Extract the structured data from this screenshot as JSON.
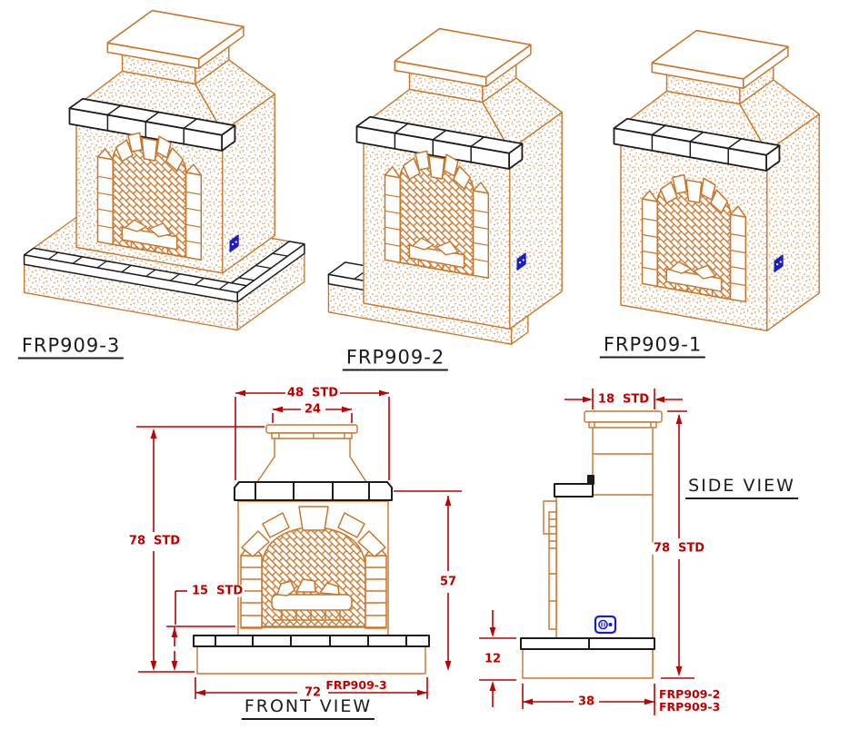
{
  "drawing_colors": {
    "linework_orange": "#c9762b",
    "outline_black": "#1c1c1c",
    "dimension_red": "#bf0000",
    "outlet_blue": "#1a1ccc",
    "paper_white": "#ffffff"
  },
  "iso_models": [
    {
      "label": "FRP909-3",
      "hearth": "full"
    },
    {
      "label": "FRP909-2",
      "hearth": "step"
    },
    {
      "label": "FRP909-1",
      "hearth": "none"
    }
  ],
  "front_view": {
    "title": "FRONT VIEW",
    "dims": {
      "overall_width": "48  STD",
      "chimney_cap_width": "24",
      "overall_height": "78  STD",
      "hearth_height": "15  STD",
      "mantel_height": "57",
      "base_width": "72",
      "base_model_label": "FRP909-3"
    }
  },
  "side_view": {
    "title": "SIDE VIEW",
    "dims": {
      "chimney_cap_depth": "18  STD",
      "overall_height": "78  STD",
      "base_height": "12",
      "base_depth": "38",
      "base_model_label_top": "FRP909-2",
      "base_model_label_bottom": "FRP909-3"
    }
  }
}
